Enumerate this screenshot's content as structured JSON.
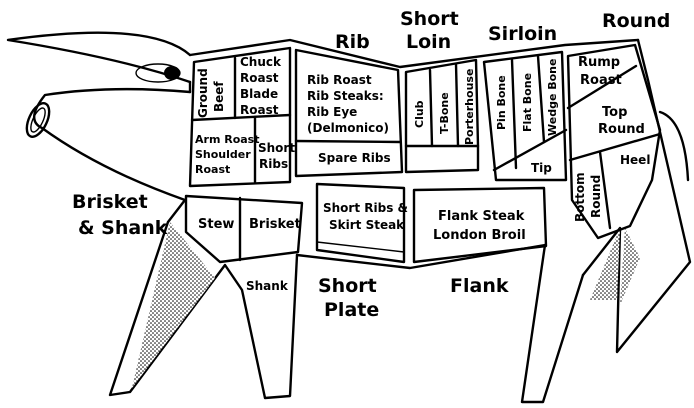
{
  "primal_labels": {
    "rib": "Rib",
    "short_loin_1": "Short",
    "short_loin_2": "Loin",
    "sirloin": "Sirloin",
    "round": "Round",
    "brisket_1": "Brisket",
    "brisket_2": "& Shank",
    "short_plate_1": "Short",
    "short_plate_2": "Plate",
    "flank": "Flank"
  },
  "cuts": {
    "ground_beef_1": "Ground",
    "ground_beef_2": "Beef",
    "chuck_1": "Chuck",
    "chuck_2": "Roast",
    "chuck_3": "Blade",
    "chuck_4": "Roast",
    "arm_1": "Arm Roast",
    "arm_2": "Shoulder",
    "arm_3": "Roast",
    "short_ribs_1": "Short",
    "short_ribs_2": "Ribs",
    "rib_1": "Rib Roast",
    "rib_2": "Rib Steaks:",
    "rib_3": "Rib Eye",
    "rib_4": "(Delmonico)",
    "spare_ribs": "Spare Ribs",
    "club": "Club",
    "t_bone": "T-Bone",
    "porterhouse": "Porterhouse",
    "pin_bone": "Pin Bone",
    "flat_bone": "Flat Bone",
    "wedge_bone": "Wedge Bone",
    "tip": "Tip",
    "rump_1": "Rump",
    "rump_2": "Roast",
    "top_round_1": "Top",
    "top_round_2": "Round",
    "heel": "Heel",
    "bottom_round_1": "Bottom",
    "bottom_round_2": "Round",
    "stew": "Stew",
    "brisket": "Brisket",
    "shank": "Shank",
    "skirt_1": "Short Ribs &",
    "skirt_2": "Skirt Steak",
    "flank_steak_1": "Flank Steak",
    "flank_steak_2": "London Broil"
  }
}
